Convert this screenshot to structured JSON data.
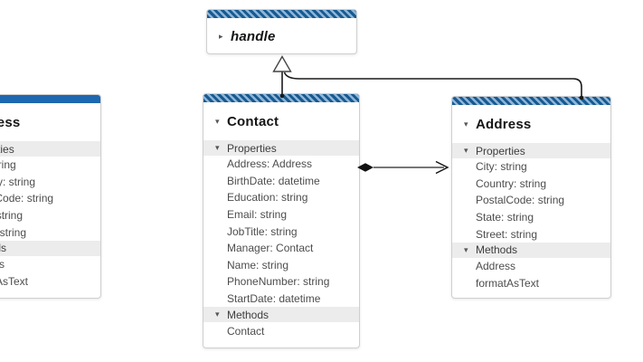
{
  "diagram": {
    "colors": {
      "stripe_dark": "#175a91",
      "stripe_light": "#8fb6d9",
      "solid_header": "#1e68b0",
      "section_bg": "#ececec",
      "box_border": "#cfcfcf",
      "title_text": "#141414",
      "member_text": "#4d4d4d",
      "link_stroke": "#1a1a1a"
    },
    "icons": {
      "chevron_down": "▾",
      "chevron_right": "▸"
    },
    "nodes": {
      "handle": {
        "title": "handle",
        "abstract": true,
        "collapsed": true,
        "rows": []
      },
      "contact": {
        "title": "Contact",
        "rows": [
          {
            "kind": "section",
            "text": "Properties"
          },
          {
            "kind": "member",
            "text": "Address: Address"
          },
          {
            "kind": "member",
            "text": "BirthDate: datetime"
          },
          {
            "kind": "member",
            "text": "Education: string"
          },
          {
            "kind": "member",
            "text": "Email: string"
          },
          {
            "kind": "member",
            "text": "JobTitle: string"
          },
          {
            "kind": "member",
            "text": "Manager: Contact"
          },
          {
            "kind": "member",
            "text": "Name: string"
          },
          {
            "kind": "member",
            "text": "PhoneNumber: string"
          },
          {
            "kind": "member",
            "text": "StartDate: datetime"
          },
          {
            "kind": "section",
            "text": "Methods"
          },
          {
            "kind": "member",
            "text": "Contact"
          }
        ]
      },
      "address_right": {
        "title": "Address",
        "rows": [
          {
            "kind": "section",
            "text": "Properties"
          },
          {
            "kind": "member",
            "text": "City: string"
          },
          {
            "kind": "member",
            "text": "Country: string"
          },
          {
            "kind": "member",
            "text": "PostalCode: string"
          },
          {
            "kind": "member",
            "text": "State: string"
          },
          {
            "kind": "member",
            "text": "Street: string"
          },
          {
            "kind": "section",
            "text": "Methods"
          },
          {
            "kind": "member",
            "text": "Address"
          },
          {
            "kind": "member",
            "text": "formatAsText"
          }
        ]
      },
      "address_left": {
        "title": "Address",
        "rows": [
          {
            "kind": "section",
            "text": "Properties"
          },
          {
            "kind": "member",
            "text": "City: string"
          },
          {
            "kind": "member",
            "text": "Country: string"
          },
          {
            "kind": "member",
            "text": "PostalCode: string"
          },
          {
            "kind": "member",
            "text": "State: string"
          },
          {
            "kind": "member",
            "text": "Street: string"
          },
          {
            "kind": "section",
            "text": "Methods"
          },
          {
            "kind": "member",
            "text": "Address"
          },
          {
            "kind": "member",
            "text": "formatAsText"
          }
        ]
      }
    },
    "links": [
      {
        "type": "generalization",
        "from": "Contact",
        "to": "handle"
      },
      {
        "type": "generalization",
        "from": "Address",
        "to": "handle"
      },
      {
        "type": "composition",
        "from": "Contact",
        "to": "Address"
      }
    ]
  }
}
